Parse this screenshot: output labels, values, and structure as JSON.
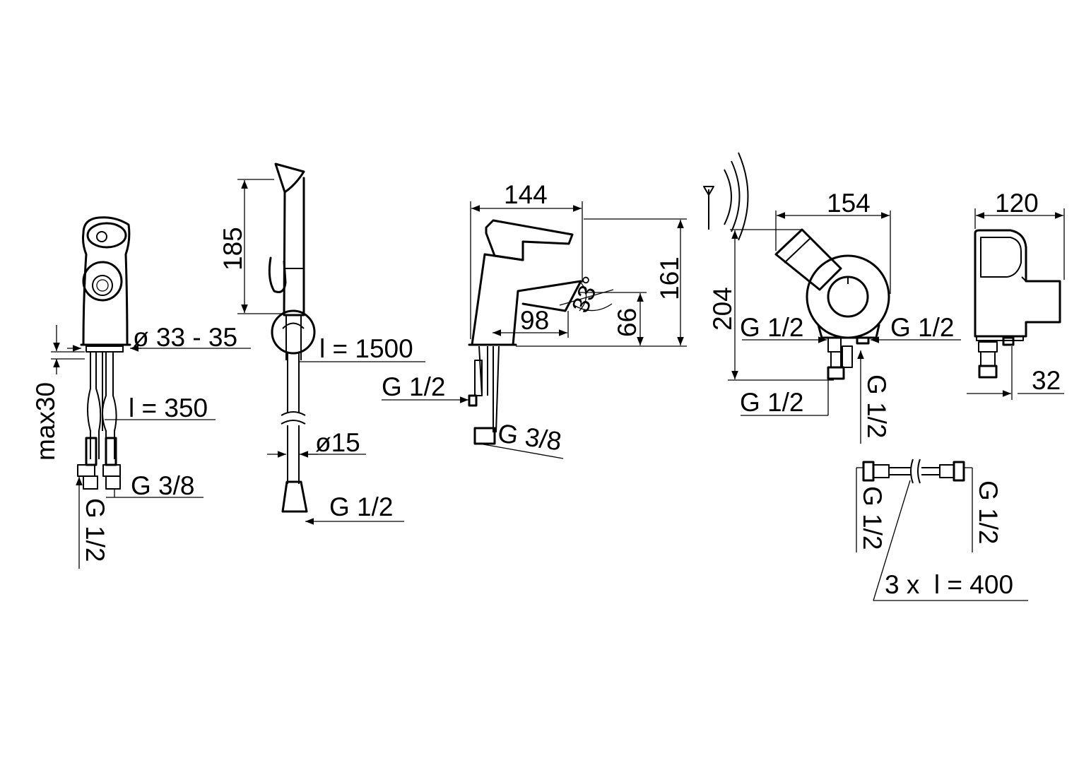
{
  "colors": {
    "line": "#000000",
    "background": "#ffffff"
  },
  "labels": {
    "diam_33_35": "ø 33 - 35",
    "max30": "max30",
    "l_350": "l = 350",
    "g38_a": "G 3/8",
    "g12_a": "G 1/2",
    "d185": "185",
    "l_1500": "l = 1500",
    "d15": "ø15",
    "g12_b": "G 1/2",
    "d144": "144",
    "d161": "161",
    "angle33": "33°",
    "d98": "98",
    "d66": "66",
    "g12_c": "G 1/2",
    "g38_b": "G 3/8",
    "d154": "154",
    "d204": "204",
    "g12_d": "G 1/2",
    "g12_e": "G 1/2",
    "g12_f": "G 1/2",
    "g12_g": "G 1/2",
    "d120": "120",
    "d32": "32",
    "g12_h": "G 1/2",
    "g12_i": "G 1/2",
    "hose_count": "3 x  l = 400"
  }
}
